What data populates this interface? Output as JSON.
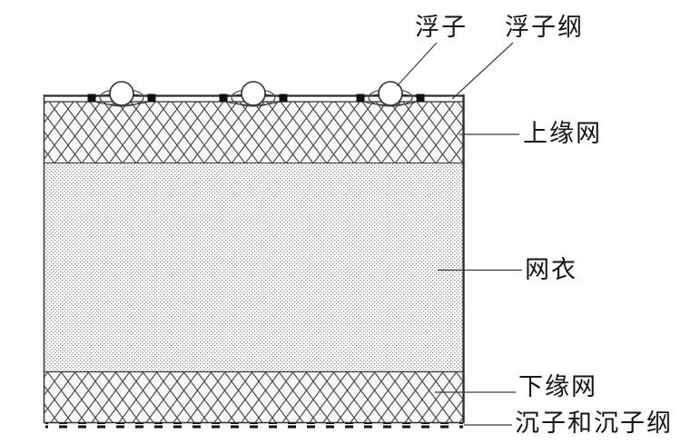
{
  "figure": {
    "background_color": "#ffffff",
    "diagram_line_color": "#3c3c3c",
    "text_color": "#141414",
    "sinker_color": "#101010",
    "mesh_fill_color": "#f7f7f7",
    "stipple_dot_color": "#9a9a9a"
  },
  "labels": {
    "float": "浮子",
    "float_rope": "浮子纲",
    "upper_selvage": "上缘网",
    "net_body": "网衣",
    "lower_selvage": "下缘网",
    "sinker_and_sinker_rope": "沉子和沉子纲"
  }
}
